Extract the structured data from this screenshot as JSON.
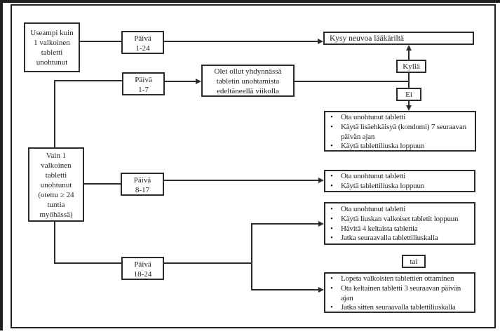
{
  "colors": {
    "ink": "#1f1f1f",
    "paper": "#ffffff"
  },
  "nodes": {
    "useampi": {
      "lines": [
        "Useampi kuin",
        "1 valkoinen",
        "tabletti",
        "unohtunut"
      ]
    },
    "vain1": {
      "lines": [
        "Vain 1",
        "valkoinen",
        "tabletti",
        "unohtunut",
        "(otettu ≥ 24",
        "tuntia",
        "myöhässä)"
      ]
    },
    "paiva_1_24": {
      "lines": [
        "Päivä",
        "1-24"
      ]
    },
    "paiva_1_7": {
      "lines": [
        "Päivä",
        "1-7"
      ]
    },
    "paiva_8_17": {
      "lines": [
        "Päivä",
        "8-17"
      ]
    },
    "paiva_18_24": {
      "lines": [
        "Päivä",
        "18-24"
      ]
    },
    "kysy": {
      "text": "Kysy neuvoa lääkäriltä"
    },
    "olet": {
      "lines": [
        "Olet ollut yhdynnässä",
        "tabletin unohtamista",
        "edeltäneellä viikolla"
      ]
    },
    "kylla": {
      "text": "Kyllä"
    },
    "ei": {
      "text": "Ei"
    },
    "tai": {
      "text": "tai"
    },
    "b1": {
      "items": [
        "Ota unohtunut tabletti",
        "Käytä lisäehkäisyä  (kondomi) 7 seuraavan päivän ajan",
        "Käytä tablettiliuska loppuun"
      ]
    },
    "b2": {
      "items": [
        "Ota unohtunut tabletti",
        "Käytä tablettiliuska loppuun"
      ]
    },
    "b3": {
      "items": [
        "Ota unohtunut tabletti",
        "Käytä liuskan valkoiset tabletit loppuun",
        "Hävitä 4 keltaista tablettia",
        "Jatka seuraavalla tablettiliuskalla"
      ]
    },
    "b4": {
      "items": [
        "Lopeta valkoisten tablettien ottaminen",
        "Ota keltainen tabletti 3 seuraavan päivän ajan",
        "Jatka sitten seuraavalla tablettiliuskalla"
      ]
    }
  }
}
